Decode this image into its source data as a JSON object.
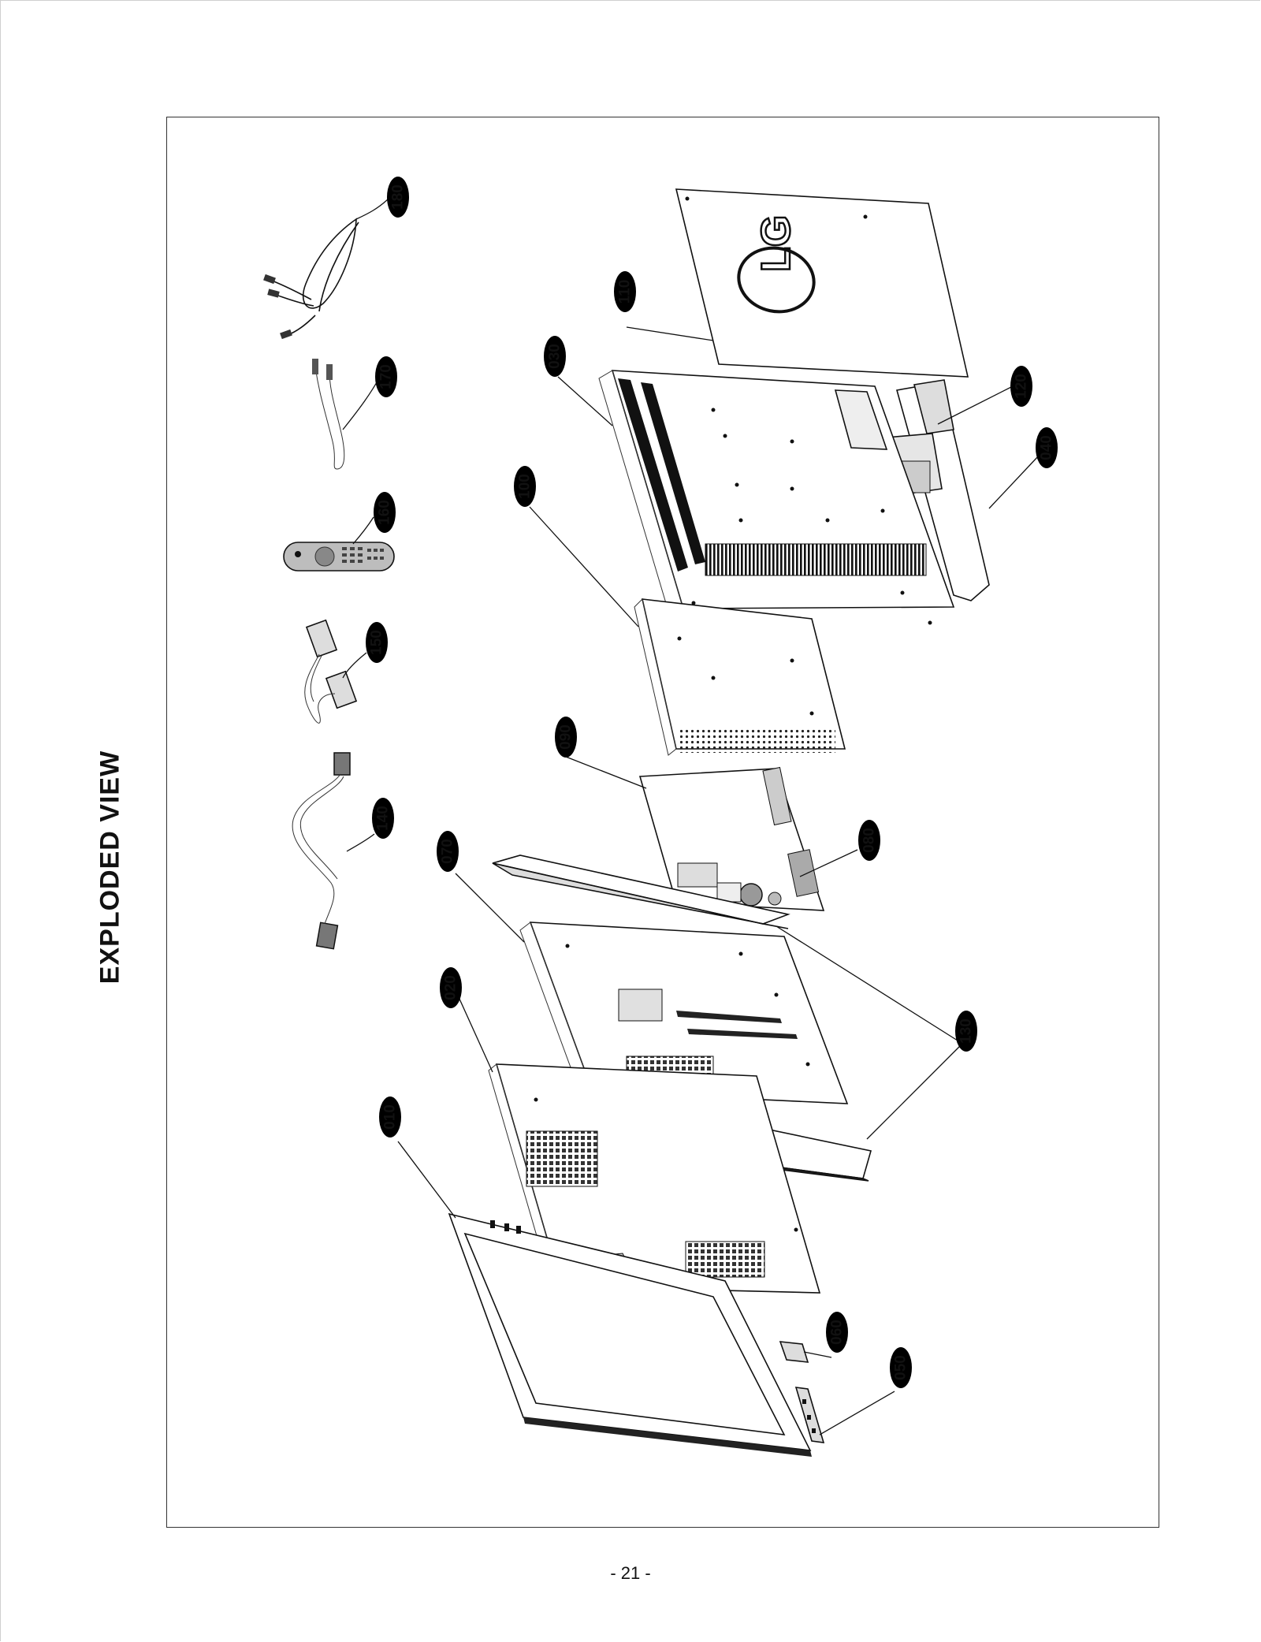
{
  "title": "EXPLODED VIEW",
  "page_number": "- 21 -",
  "brand_logo_text": "LG",
  "parts": [
    {
      "id": "010"
    },
    {
      "id": "020"
    },
    {
      "id": "030"
    },
    {
      "id": "040"
    },
    {
      "id": "050"
    },
    {
      "id": "060"
    },
    {
      "id": "070"
    },
    {
      "id": "080"
    },
    {
      "id": "090"
    },
    {
      "id": "100"
    },
    {
      "id": "110"
    },
    {
      "id": "120"
    },
    {
      "id": "130"
    },
    {
      "id": "140"
    },
    {
      "id": "150"
    },
    {
      "id": "160"
    },
    {
      "id": "170"
    },
    {
      "id": "180"
    }
  ]
}
